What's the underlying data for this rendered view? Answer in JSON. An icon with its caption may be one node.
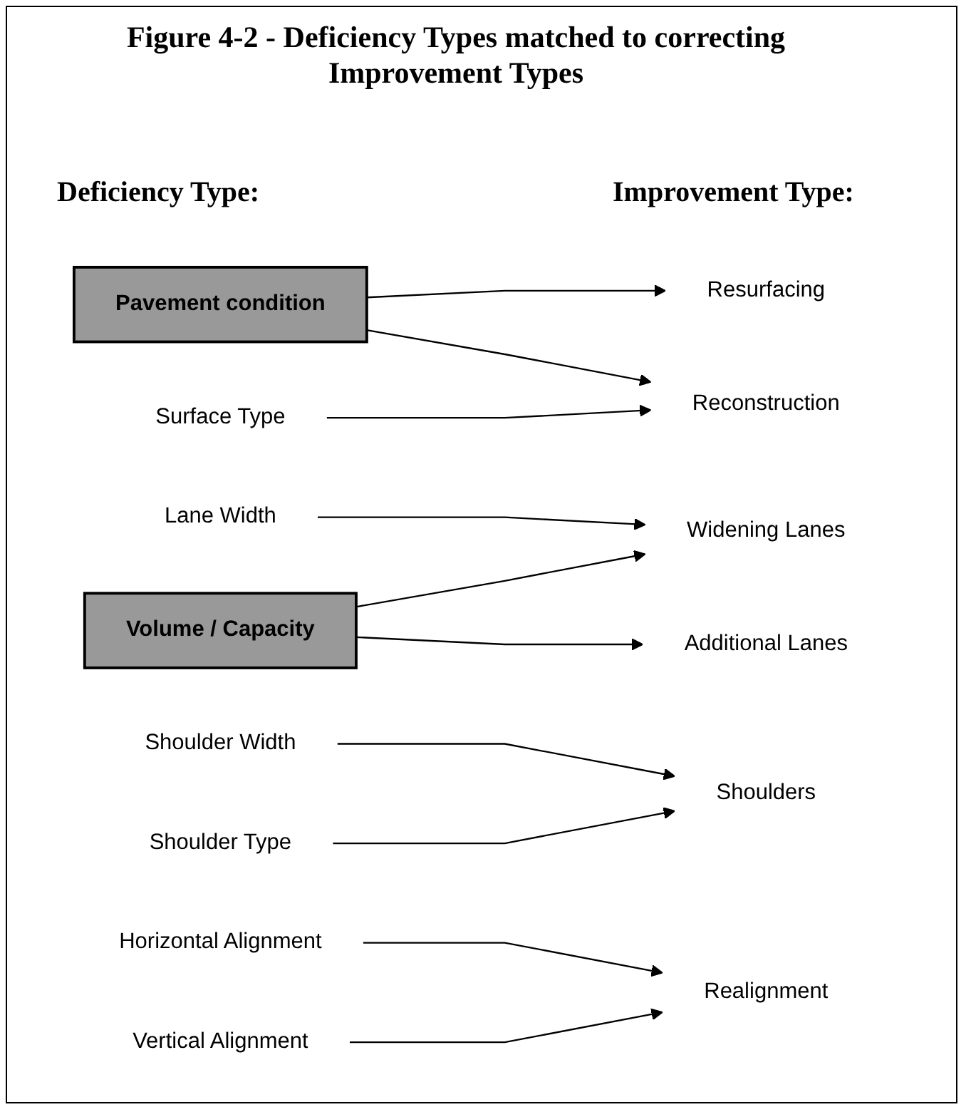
{
  "diagram": {
    "title": "Figure 4-2 - Deficiency Types matched to correcting Improvement Types",
    "nodes": [
      {
        "text": [
          "Pavement condition"
        ]
      },
      {
        "text": [
          "Surface Type"
        ]
      },
      {
        "text": [
          "Lane Width"
        ]
      },
      {
        "text": [
          "Volume / Capacity"
        ]
      },
      {
        "text": [
          "Shoulder Width"
        ]
      },
      {
        "text": [
          "Shoulder Type"
        ]
      },
      {
        "text": [
          "Horizontal Alignment"
        ]
      },
      {
        "text": [
          "Vertical Alignment"
        ]
      },
      {
        "text": [
          "Resurfacing"
        ]
      },
      {
        "text": [
          "Reconstruction"
        ]
      },
      {
        "text": [
          "Widening Lanes"
        ]
      },
      {
        "text": [
          "Additional Lanes"
        ]
      },
      {
        "text": [
          "Shoulders"
        ]
      },
      {
        "text": [
          "Realignment"
        ]
      }
    ],
    "edges": [
      {
        "from": 0,
        "to": 8,
        "arrow": "to"
      },
      {
        "from": 0,
        "to": 9,
        "arrow": "to"
      },
      {
        "from": 1,
        "to": 9,
        "arrow": "to"
      },
      {
        "from": 2,
        "to": 10,
        "arrow": "to"
      },
      {
        "from": 3,
        "to": 10,
        "arrow": "to"
      },
      {
        "from": 3,
        "to": 11,
        "arrow": "to"
      },
      {
        "from": 4,
        "to": 12,
        "arrow": "to"
      },
      {
        "from": 5,
        "to": 12,
        "arrow": "to"
      },
      {
        "from": 6,
        "to": 13,
        "arrow": "to"
      },
      {
        "from": 7,
        "to": 13,
        "arrow": "to"
      }
    ],
    "labels": [
      "Deficiency Type:",
      "Improvement Type:"
    ]
  }
}
